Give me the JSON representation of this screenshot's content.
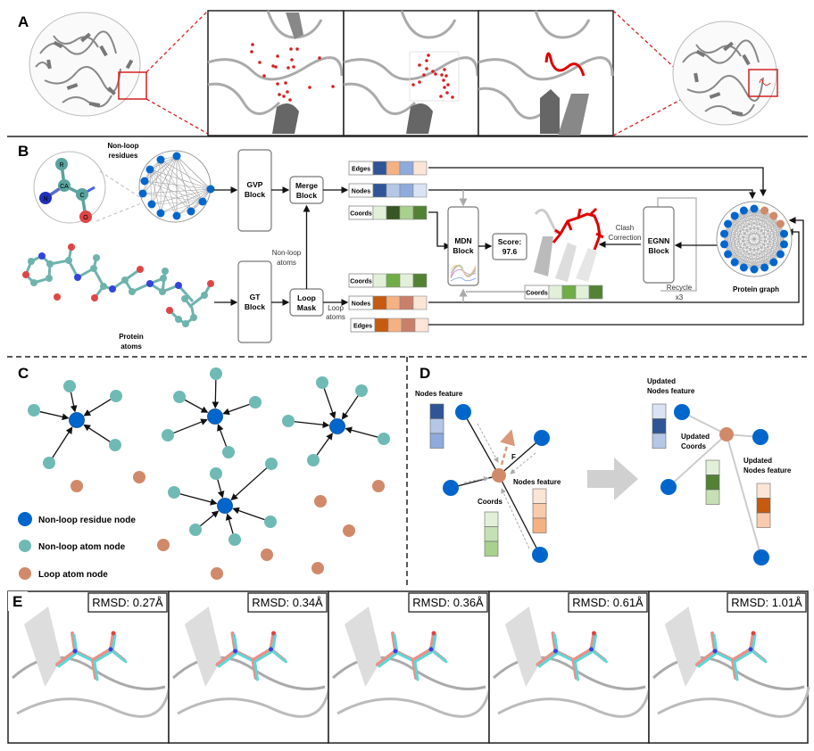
{
  "panels": {
    "A": {
      "label": "A",
      "highlight_color": "#d62020"
    },
    "B": {
      "label": "B",
      "residue_atoms": [
        "R",
        "CA",
        "N",
        "C",
        "O"
      ],
      "nonloop_residues_label": [
        "Non-loop",
        "residues"
      ],
      "protein_atoms_label": [
        "Protein",
        "atoms"
      ],
      "gvp_block": [
        "GVP",
        "Block"
      ],
      "gt_block": [
        "GT",
        "Block"
      ],
      "merge_block": [
        "Merge",
        "Block"
      ],
      "loop_mask": [
        "Loop",
        "Mask"
      ],
      "nonloop_atoms_label": [
        "Non-loop",
        "atoms"
      ],
      "loop_atoms_label": [
        "Loop",
        "atoms"
      ],
      "mdn_block": [
        "MDN",
        "Block"
      ],
      "score_label": [
        "Score:",
        "97.6"
      ],
      "clash_label": [
        "Clash",
        "Correction"
      ],
      "egnn_block": [
        "EGNN",
        "Block"
      ],
      "recycle_label": [
        "Recycle",
        "x3"
      ],
      "protein_graph_label": "Protein graph",
      "feature_bars": [
        {
          "label": "Edges",
          "colors": [
            "#2f5597",
            "#f4b183",
            "#8faadc",
            "#fbe5d6"
          ]
        },
        {
          "label": "Nodes",
          "colors": [
            "#2f5597",
            "#b4c7e7",
            "#8faadc",
            "#dae3f3"
          ]
        },
        {
          "label": "Coords",
          "colors": [
            "#e2f0d9",
            "#375623",
            "#a9d18e",
            "#548235"
          ]
        },
        {
          "label": "Coords",
          "colors": [
            "#e2f0d9",
            "#70ad47",
            "#e2f0d9",
            "#548235"
          ]
        },
        {
          "label": "Nodes",
          "colors": [
            "#c55a11",
            "#f4b183",
            "#c9806a",
            "#fbe5d6"
          ]
        },
        {
          "label": "Edges",
          "colors": [
            "#c55a11",
            "#f4b183",
            "#c9806a",
            "#fbe5d6"
          ]
        },
        {
          "label": "Coords",
          "colors": [
            "#e2f0d9",
            "#70ad47",
            "#e2f0d9",
            "#548235"
          ]
        }
      ]
    },
    "C": {
      "label": "C",
      "legend": [
        {
          "label": "Non-loop residue node",
          "color": "#0066cc"
        },
        {
          "label": "Non-loop atom node",
          "color": "#6fbab5"
        },
        {
          "label": "Loop atom node",
          "color": "#d08a6a"
        }
      ]
    },
    "D": {
      "label": "D",
      "nodes_feature_label": "Nodes feature",
      "coords_label": "Coords",
      "force_label": "F",
      "updated_nodes_label": [
        "Updated",
        "Nodes feature"
      ],
      "updated_coords_label": [
        "Updated",
        "Coords"
      ],
      "bars": {
        "nodes_blue": [
          "#2f5597",
          "#b4c7e7",
          "#8faadc"
        ],
        "nodes_orange": [
          "#fbe5d6",
          "#f8cbad",
          "#f4b183"
        ],
        "coords_green": [
          "#e2f0d9",
          "#c5e0b4",
          "#a9d18e"
        ],
        "upd_blue": [
          "#dae3f3",
          "#2f5597",
          "#b4c7e7"
        ],
        "upd_green": [
          "#e2f0d9",
          "#548235",
          "#c5e0b4"
        ],
        "upd_orange": [
          "#fbe5d6",
          "#c55a11",
          "#f8cbad"
        ]
      }
    },
    "E": {
      "label": "E",
      "rmsd": [
        "RMSD: 0.27Å",
        "RMSD: 0.34Å",
        "RMSD: 0.36Å",
        "RMSD: 0.61Å",
        "RMSD: 1.01Å"
      ]
    }
  }
}
